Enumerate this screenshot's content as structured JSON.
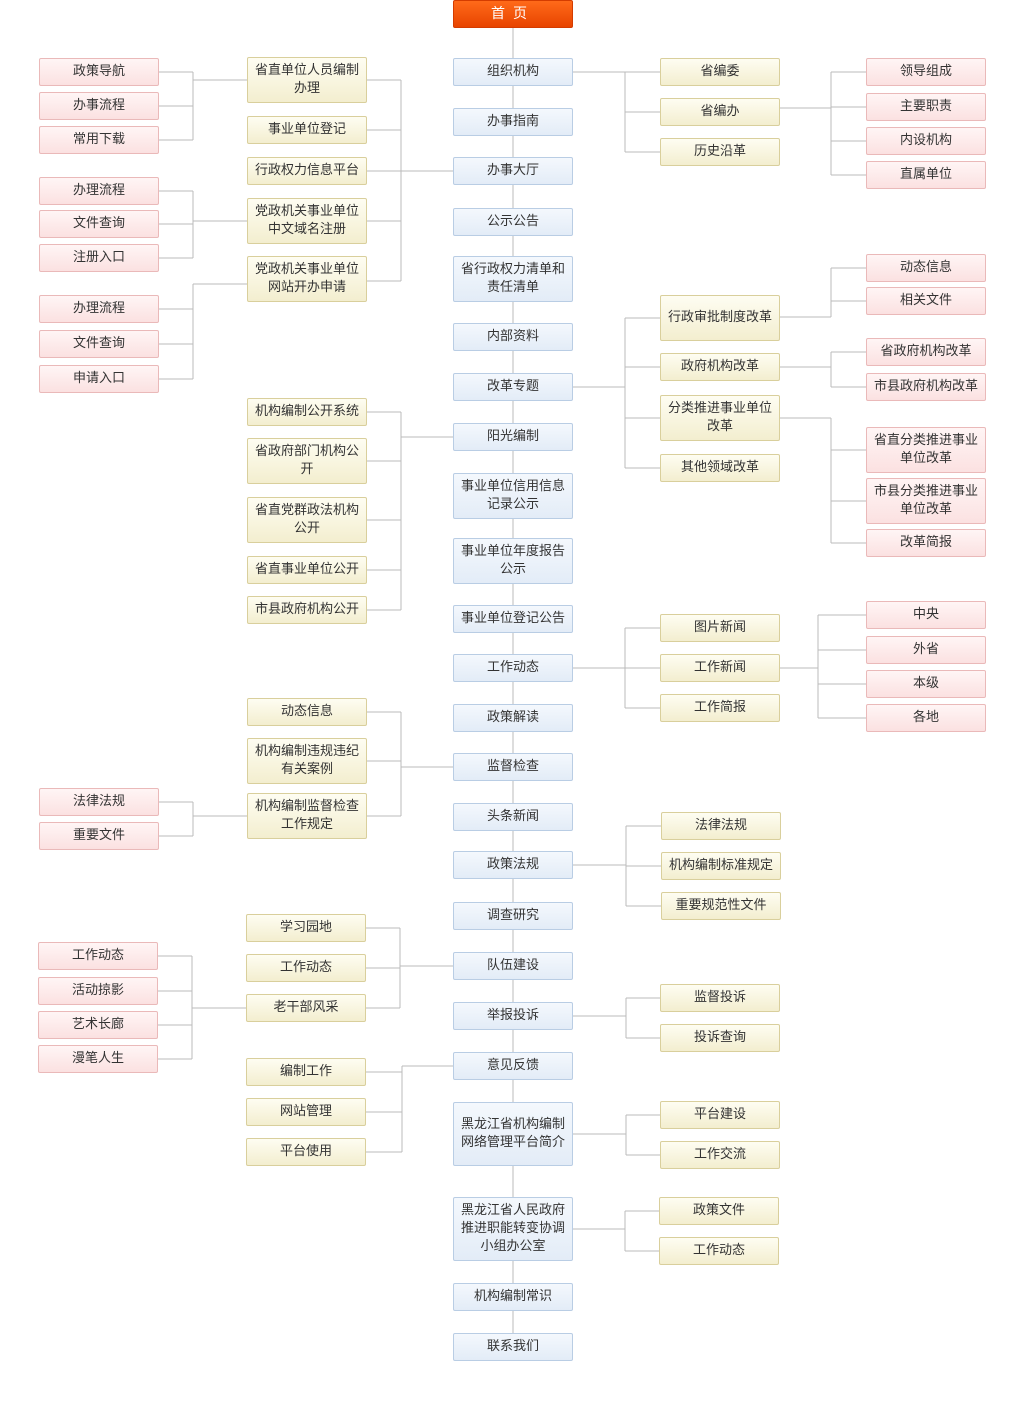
{
  "home": "首页",
  "main_items": [
    "组织机构",
    "办事指南",
    "办事大厅",
    "公示公告",
    "省行政权力清单和责任清单",
    "内部资料",
    "改革专题",
    "阳光编制",
    "事业单位信用信息记录公示",
    "事业单位年度报告公示",
    "事业单位登记公告",
    "工作动态",
    "政策解读",
    "监督检查",
    "头条新闻",
    "政策法规",
    "调查研究",
    "队伍建设",
    "举报投诉",
    "意见反馈",
    "黑龙江省机构编制网络管理平台简介",
    "黑龙江省人民政府推进职能转变协调小组办公室",
    "机构编制常识",
    "联系我们"
  ],
  "org": {
    "sub": [
      "省编委",
      "省编办",
      "历史沿革"
    ],
    "bianban": [
      "领导组成",
      "主要职责",
      "内设机构",
      "直属单位"
    ]
  },
  "hall": {
    "sub": [
      "省直单位人员编制办理",
      "事业单位登记",
      "行政权力信息平台",
      "党政机关事业单位中文域名注册",
      "党政机关事业单位网站开办申请"
    ],
    "staffing": [
      "政策导航",
      "办事流程",
      "常用下载"
    ],
    "domain": [
      "办理流程",
      "文件查询",
      "注册入口"
    ],
    "website": [
      "办理流程",
      "文件查询",
      "申请入口"
    ]
  },
  "reform": {
    "sub": [
      "行政审批制度改革",
      "政府机构改革",
      "分类推进事业单位改革",
      "其他领域改革"
    ],
    "approval": [
      "动态信息",
      "相关文件"
    ],
    "gov": [
      "省政府机构改革",
      "市县政府机构改革"
    ],
    "inst": [
      "省直分类推进事业单位改革",
      "市县分类推进事业单位改革",
      "改革简报"
    ]
  },
  "sunshine": [
    "机构编制公开系统",
    "省政府部门机构公开",
    "省直党群政法机构公开",
    "省直事业单位公开",
    "市县政府机构公开"
  ],
  "work": {
    "sub": [
      "图片新闻",
      "工作新闻",
      "工作简报"
    ],
    "news": [
      "中央",
      "外省",
      "本级",
      "各地"
    ]
  },
  "supervision": {
    "sub": [
      "动态信息",
      "机构编制违规违纪有关案例",
      "机构编制监督检查工作规定"
    ],
    "rules": [
      "法律法规",
      "重要文件"
    ]
  },
  "policy": [
    "法律法规",
    "机构编制标准规定",
    "重要规范性文件"
  ],
  "team": {
    "sub": [
      "学习园地",
      "工作动态",
      "老干部风采"
    ],
    "veteran": [
      "工作动态",
      "活动掠影",
      "艺术长廊",
      "漫笔人生"
    ]
  },
  "report": [
    "监督投诉",
    "投诉查询"
  ],
  "feedback": [
    "编制工作",
    "网站管理",
    "平台使用"
  ],
  "platform": [
    "平台建设",
    "工作交流"
  ],
  "office": [
    "政策文件",
    "工作动态"
  ]
}
